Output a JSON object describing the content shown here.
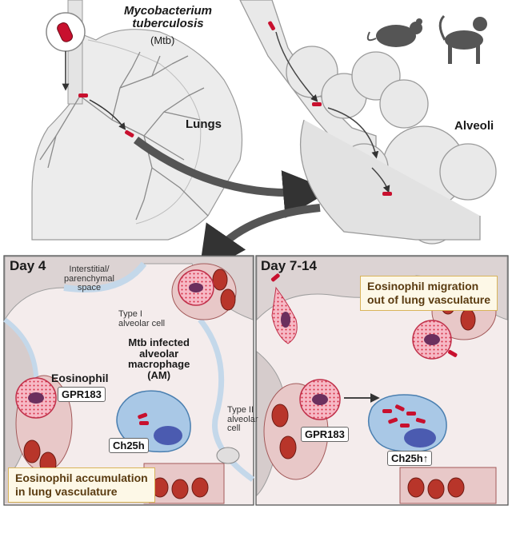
{
  "top": {
    "pathogen_name": "Mycobacterium tuberculosis",
    "pathogen_line1": "Mycobacterium",
    "pathogen_line2": "tuberculosis",
    "pathogen_abbrev": "(Mtb)",
    "lungs_label": "Lungs",
    "alveoli_label": "Alveoli"
  },
  "left_panel": {
    "title": "Day 4",
    "interstitial_line1": "Interstitial/",
    "interstitial_line2": "parenchymal",
    "interstitial_line3": "space",
    "type1_line1": "Type I",
    "type1_line2": "alveolar cell",
    "macrophage_line1": "Mtb infected",
    "macrophage_line2": "alveolar",
    "macrophage_line3": "macrophage",
    "macrophage_line4": "(AM)",
    "eosinophil_label": "Eosinophil",
    "gpr183_label": "GPR183",
    "ch25h_label": "Ch25h",
    "type2_line1": "Type II",
    "type2_line2": "alveolar",
    "type2_line3": "cell",
    "callout_line1": "Eosinophil accumulation",
    "callout_line2": "in lung vasculature"
  },
  "right_panel": {
    "title": "Day 7-14",
    "callout_line1": "Eosinophil migration",
    "callout_line2": "out of lung vasculature",
    "gpr183_label": "GPR183",
    "ch25h_label": "Ch25h↑"
  },
  "colors": {
    "bacterium": "#c8102e",
    "eosinophil": "#f2a7b7",
    "macrophage": "#a9c8e6",
    "rbc": "#b8352a",
    "callout_border": "#d9b45a"
  }
}
